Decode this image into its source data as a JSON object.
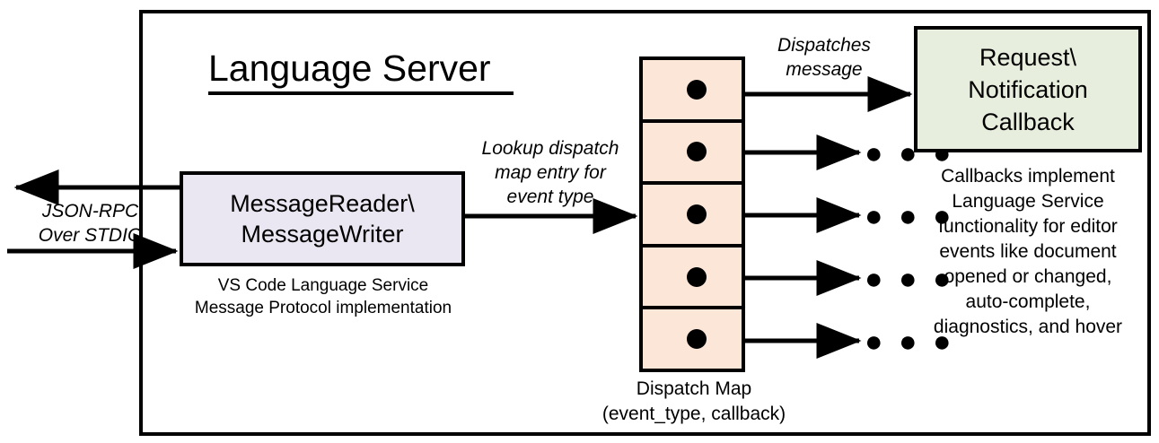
{
  "diagram": {
    "title": "Language Server",
    "boundary_name": "Language Server boundary"
  },
  "message_node": {
    "line1": "MessageReader\\",
    "line2": "MessageWriter",
    "caption_line1": "VS Code Language Service",
    "caption_line2": "Message Protocol implementation",
    "fill": "#EBE7F2"
  },
  "dispatch_map": {
    "caption_line1": "Dispatch Map",
    "caption_line2": "(event_type, callback)",
    "fill": "#FCE6D8",
    "row_count": 5,
    "rows": [
      {
        "dot": true,
        "target": "callback-box"
      },
      {
        "dot": true,
        "target": "ellipsis"
      },
      {
        "dot": true,
        "target": "ellipsis"
      },
      {
        "dot": true,
        "target": "ellipsis"
      },
      {
        "dot": true,
        "target": "ellipsis"
      }
    ],
    "ellipsis": "● ● ●"
  },
  "callback_node": {
    "line1": "Request\\",
    "line2": "Notification",
    "line3": "Callback",
    "fill": "#E8EEDD",
    "caption_line1": "Callbacks implement",
    "caption_line2": "Language Service",
    "caption_line3": "functionality for editor",
    "caption_line4": "events like document",
    "caption_line5": "opened or changed,",
    "caption_line6": "auto-complete,",
    "caption_line7": "diagnostics, and hover"
  },
  "edges": {
    "json_rpc_line1": "JSON-RPC",
    "json_rpc_line2": "Over STDIO",
    "lookup_line1": "Lookup dispatch",
    "lookup_line2": "map entry for",
    "lookup_line3": "event type",
    "dispatches_line1": "Dispatches",
    "dispatches_line2": "message"
  },
  "colors": {
    "stroke": "#000000",
    "background": "#FFFFFF",
    "message_fill": "#EBE7F2",
    "map_fill": "#FCE6D8",
    "callback_fill": "#E8EEDD"
  }
}
